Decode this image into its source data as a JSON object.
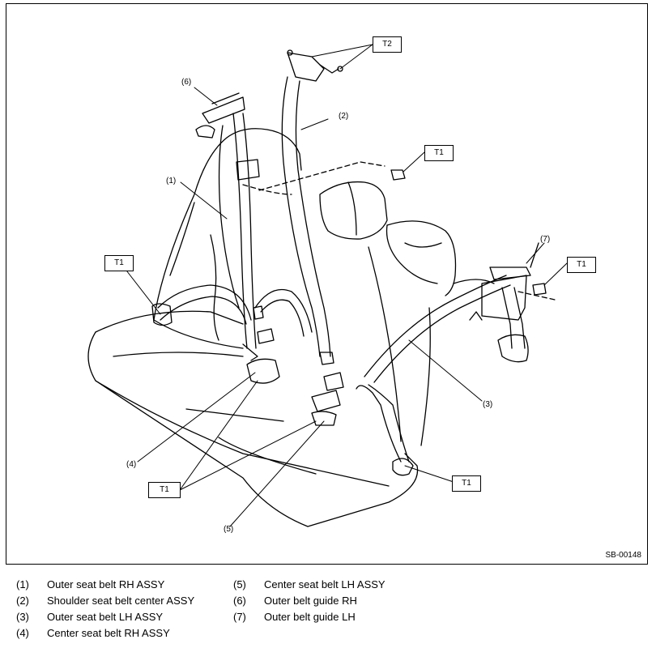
{
  "diagram": {
    "code": "SB-00148",
    "callouts": {
      "c1": "(1)",
      "c2": "(2)",
      "c3": "(3)",
      "c4": "(4)",
      "c5": "(5)",
      "c6": "(6)",
      "c7": "(7)"
    },
    "torque_tags": {
      "t2_top": "T2",
      "t1_upper_right": "T1",
      "t1_left": "T1",
      "t1_right": "T1",
      "t1_bottom_left": "T1",
      "t1_bottom_right": "T1"
    }
  },
  "legend": [
    {
      "num": "(1)",
      "text": "Outer seat belt RH ASSY"
    },
    {
      "num": "(2)",
      "text": "Shoulder seat belt center ASSY"
    },
    {
      "num": "(3)",
      "text": "Outer seat belt LH ASSY"
    },
    {
      "num": "(4)",
      "text": "Center seat belt RH ASSY"
    },
    {
      "num": "(5)",
      "text": "Center seat belt LH ASSY"
    },
    {
      "num": "(6)",
      "text": "Outer belt guide RH"
    },
    {
      "num": "(7)",
      "text": "Outer belt guide LH"
    }
  ]
}
